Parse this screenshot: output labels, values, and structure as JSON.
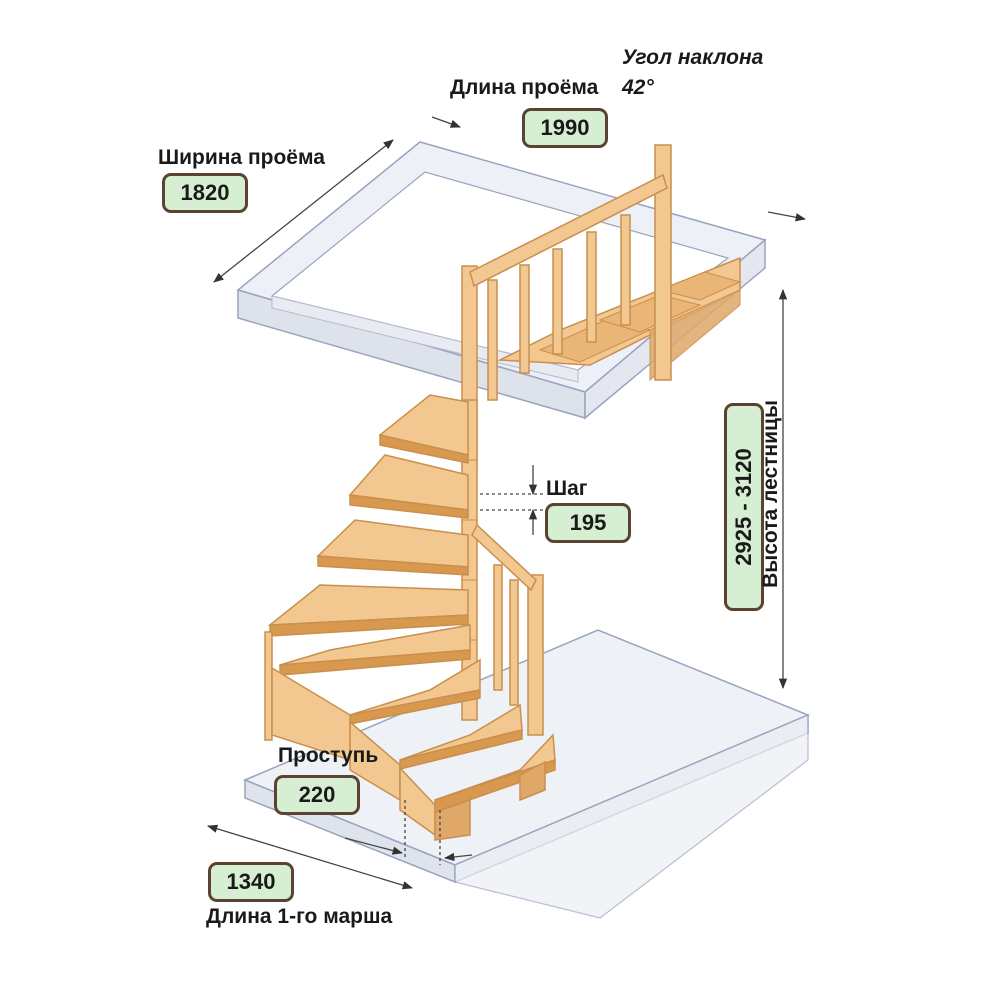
{
  "labels": {
    "opening_length": "Длина проёма",
    "opening_length_value": "1990",
    "incline_angle": "Угол наклона",
    "incline_angle_value": "42°",
    "opening_width": "Ширина проёма",
    "opening_width_value": "1820",
    "step": "Шаг",
    "step_value": "195",
    "stair_height": "Высота лестницы",
    "stair_height_value": "2925 - 3120",
    "tread": "Проступь",
    "tread_value": "220",
    "first_flight_length": "Длина 1-го марша",
    "first_flight_length_value": "1340"
  },
  "colors": {
    "wood": "#f2c790",
    "wood_edge": "#c98f4e",
    "wood_dark": "#e0a868",
    "glass": "#e6eaf2",
    "glass_edge": "#9aa3bf",
    "badge_bg": "#d6efd2",
    "badge_border": "#5a4330"
  }
}
